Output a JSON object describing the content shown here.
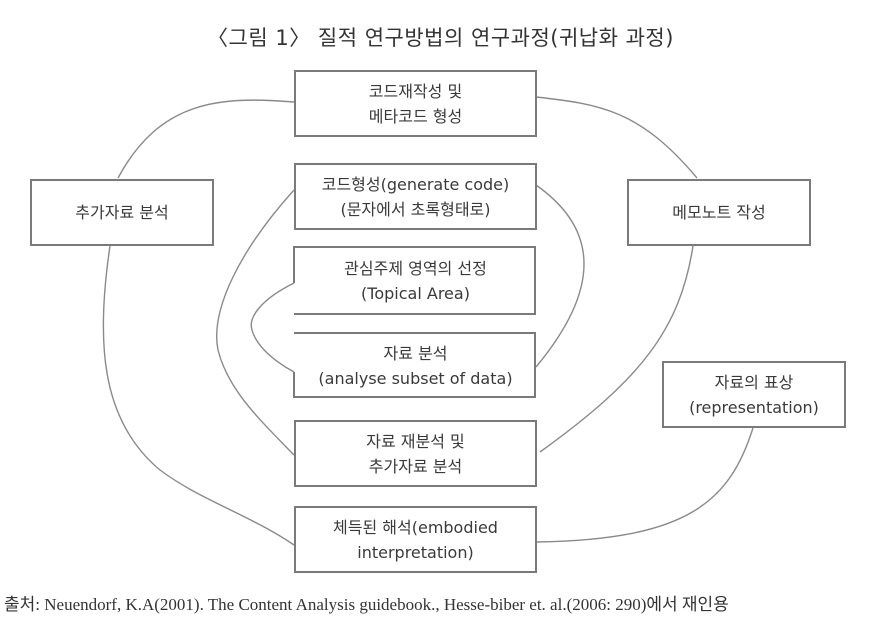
{
  "figure": {
    "title": "〈그림 1〉 질적 연구방법의 연구과정(귀납화 과정)",
    "nodes": {
      "code_rewrite": {
        "line1": "코드재작성 및",
        "line2": "메타코드 형성"
      },
      "additional_data_left": {
        "line1": "추가자료 분석"
      },
      "memo_note": {
        "line1": "메모노트 작성"
      },
      "generate_code": {
        "line1": "코드형성(generate code)",
        "line2": "(문자에서 초록형태로)"
      },
      "topical_area": {
        "line1": "관심주제 영역의 선정",
        "line2": "(Topical Area)"
      },
      "analyse_subset": {
        "line1": "자료 분석",
        "line2": "(analyse subset of data)"
      },
      "representation": {
        "line1": "자료의 표상",
        "line2": "(representation)"
      },
      "reanalysis": {
        "line1": "자료 재분석 및",
        "line2": "추가자료 분석"
      },
      "embodied": {
        "line1": "체득된 해석(embodied",
        "line2": "interpretation)"
      }
    },
    "source": "출처: Neuendorf, K.A(2001). The Content Analysis guidebook., Hesse-biber et. al.(2006: 290)에서 재인용",
    "colors": {
      "line": "#7a7a7a",
      "text": "#3a3a3a",
      "background": "#ffffff"
    }
  }
}
